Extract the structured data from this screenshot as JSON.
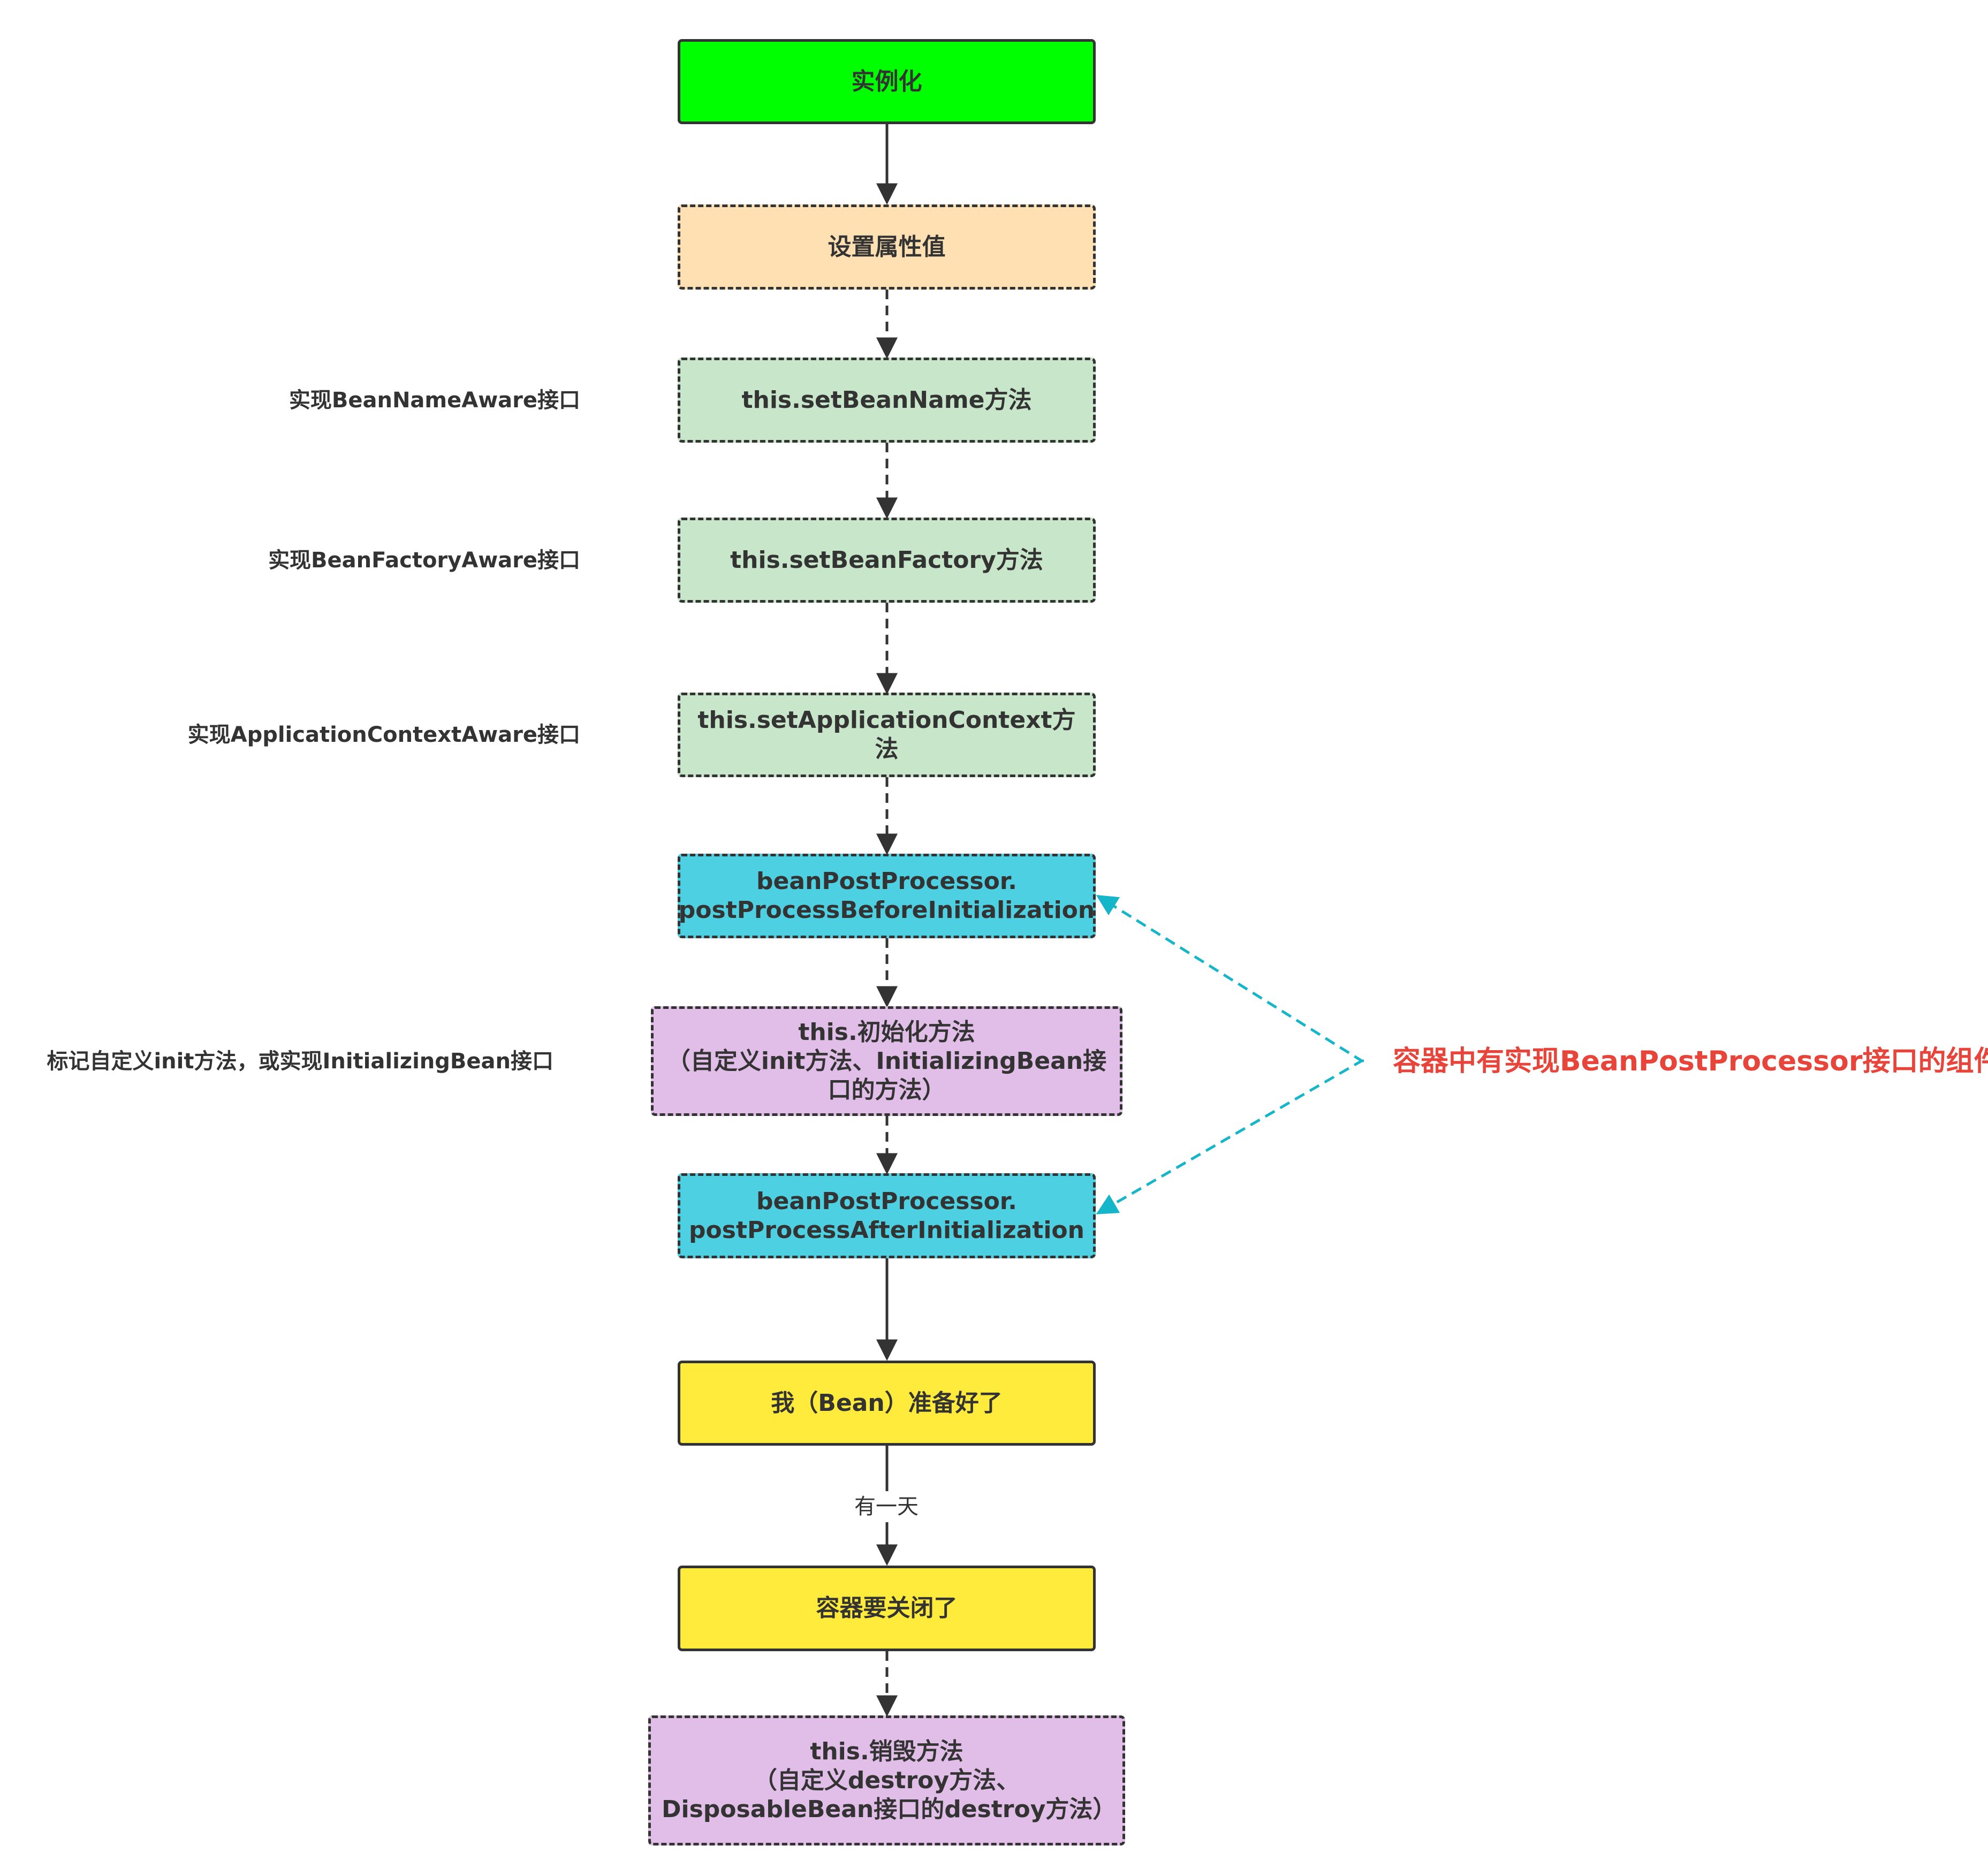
{
  "nodes": {
    "instantiate": "实例化",
    "set_properties": "设置属性值",
    "set_bean_name": "this.setBeanName方法",
    "set_bean_factory": "this.setBeanFactory方法",
    "set_app_context": "this.setApplicationContext方法",
    "post_before": "beanPostProcessor.\npostProcessBeforeInitialization",
    "init_method": "this.初始化方法\n（自定义init方法、InitializingBean接\n口的方法）",
    "post_after": "beanPostProcessor.\npostProcessAfterInitialization",
    "bean_ready": "我（Bean）准备好了",
    "container_close": "容器要关闭了",
    "destroy_method": "this.销毁方法\n（自定义destroy方法、\nDisposableBean接口的destroy方法）"
  },
  "side_labels": {
    "bean_name_aware": "实现BeanNameAware接口",
    "bean_factory_aware": "实现BeanFactoryAware接口",
    "app_context_aware": "实现ApplicationContextAware接口",
    "init_label": "标记自定义init方法，或实现InitializingBean接口"
  },
  "annotation": "容器中有实现BeanPostProcessor接口的组件",
  "edge_labels": {
    "one_day": "有一天"
  },
  "colors": {
    "green": "#00ff00",
    "orange": "#ffe0b2",
    "light_green": "#c8e6c9",
    "cyan": "#4dd0e1",
    "purple": "#e1bee7",
    "yellow": "#ffeb3b",
    "red": "#e8443a",
    "teal_line": "#15b6c9",
    "stroke": "#333333"
  }
}
